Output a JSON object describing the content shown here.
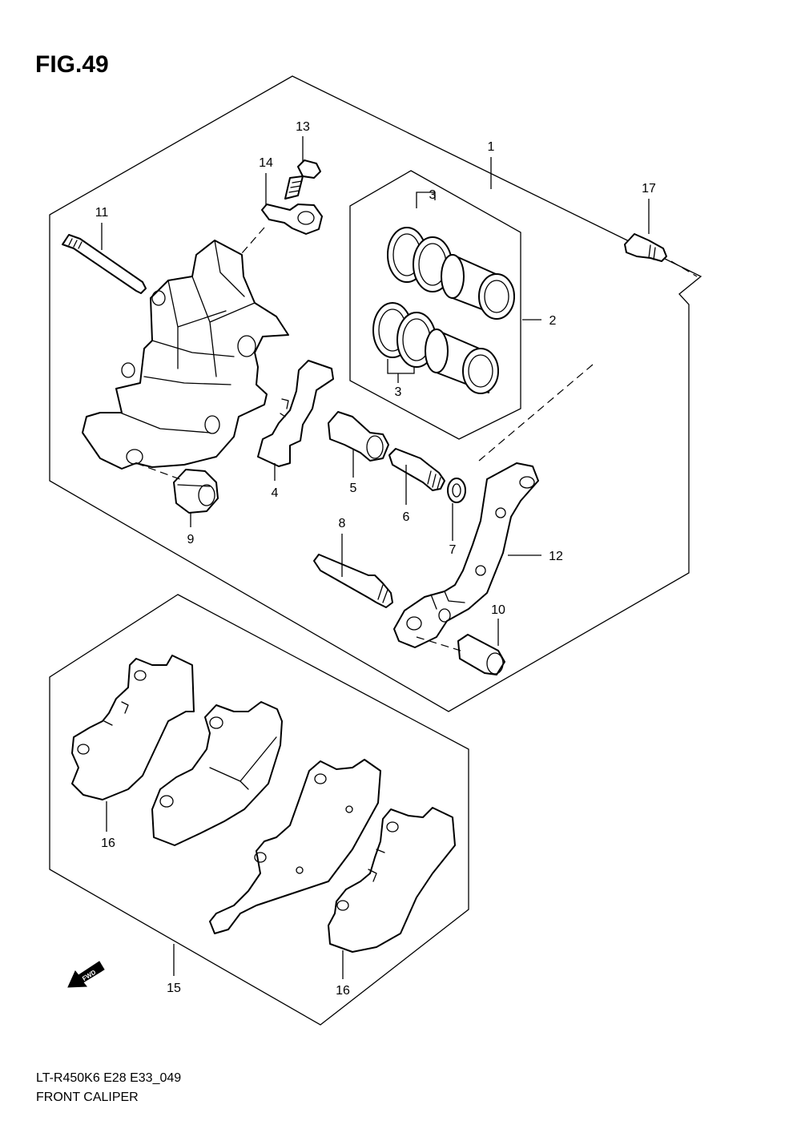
{
  "figure": {
    "title": "FIG.49",
    "code": "LT-R450K6 E28 E33_049",
    "name": "FRONT CALIPER",
    "fwd_label": "FWD"
  },
  "callouts": [
    "1",
    "2",
    "3",
    "3",
    "4",
    "5",
    "6",
    "7",
    "8",
    "9",
    "10",
    "11",
    "12",
    "13",
    "14",
    "15",
    "16",
    "16",
    "17"
  ]
}
